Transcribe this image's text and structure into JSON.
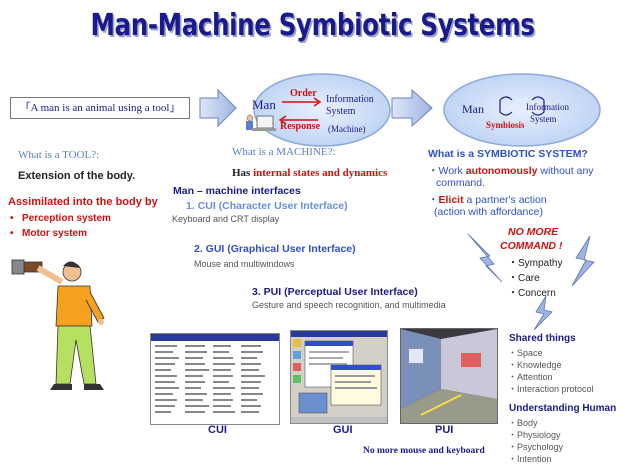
{
  "title": "Man-Machine Symbiotic Systems",
  "stage1": {
    "box_text": "「A man is an animal using a tool」",
    "question": "What is a TOOL?:",
    "answer": "Extension of the body.",
    "assimilated": "Assimilated into the body by",
    "items": [
      "Perception system",
      "Motor system"
    ]
  },
  "stage2": {
    "man": "Man",
    "order": "Order",
    "response": "Response",
    "info_line1": "Information",
    "info_line2": "System",
    "machine": "(Machine)",
    "question": "What is a MACHINE?:",
    "answer_prefix": "Has ",
    "answer_highlight": "internal states and dynamics"
  },
  "stage3": {
    "man": "Man",
    "info_line1": "Information",
    "info_line2": "System",
    "symbiosis": "Symbiosis",
    "question": "What is a SYMBIOTIC SYSTEM?",
    "line1_prefix": "・Work ",
    "line1_highlight": "autonomously",
    "line1_suffix": " without any",
    "line1b": "command.",
    "line2_prefix": "・",
    "line2_highlight": "Elicit",
    "line2_suffix": " a partner's action",
    "line2b": "(action with affordance)"
  },
  "interfaces": {
    "heading": "Man – machine interfaces",
    "cui_title": "1. CUI (Character User Interface)",
    "cui_desc": "Keyboard and CRT display",
    "gui_title": "2. GUI (Graphical User Interface)",
    "gui_desc": "Mouse and multiwindows",
    "pui_title": "3. PUI (Perceptual User Interface)",
    "pui_desc": "Gesture and speech recognition, and multimedia"
  },
  "no_more_command": [
    "NO MORE",
    "COMMAND !"
  ],
  "sympathy": [
    "・Sympathy",
    "・Care",
    "・Concern"
  ],
  "shared": {
    "heading": "Shared things",
    "items": [
      "Space",
      "Knowledge",
      "Attention",
      "Interaction protocol"
    ]
  },
  "understanding": {
    "heading": "Understanding Human",
    "items": [
      "Body",
      "Physiology",
      "Psychology",
      "Intention"
    ]
  },
  "screens": {
    "cui_label": "CUI",
    "gui_label": "GUI",
    "pui_label": "PUI",
    "footer": "No more mouse and keyboard"
  },
  "colors": {
    "title": "#1a1a8c",
    "blue": "#3050c8",
    "red": "#d01010",
    "ellipse_fill": "#c8dcf8"
  }
}
